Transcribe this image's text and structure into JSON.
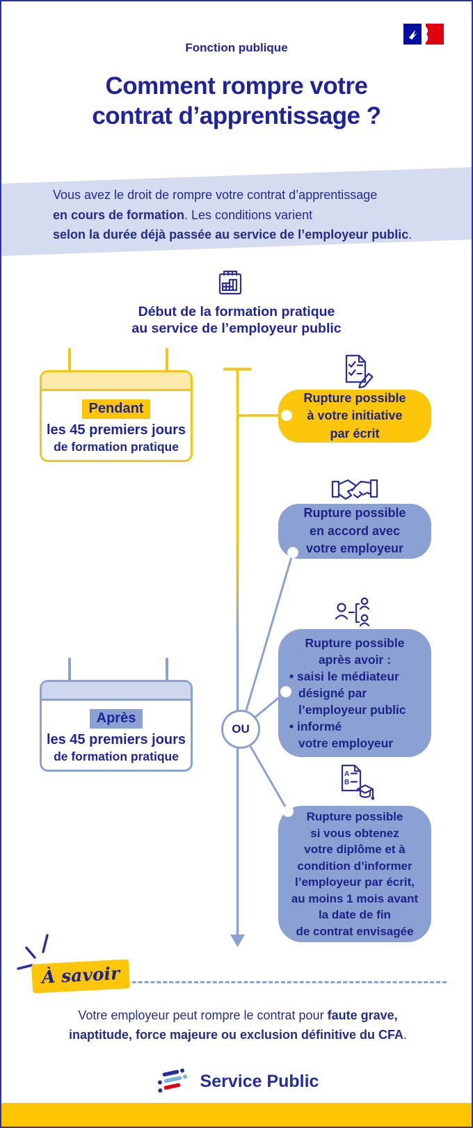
{
  "header": {
    "eyebrow": "Fonction publique",
    "title_line1": "Comment rompre votre",
    "title_line2": "contrat d’apprentissage ?"
  },
  "intro": {
    "line1": "Vous avez le droit de rompre votre contrat d’apprentissage",
    "line2_bold": "en cours de formation",
    "line2_rest": ". Les conditions varient",
    "line3_bold": "selon la durée déjà passée au service de l’employeur public",
    "line3_rest": "."
  },
  "timeline": {
    "start_label_line1": "Début de la formation pratique",
    "start_label_line2": "au service de l’employeur public",
    "or_label": "OU"
  },
  "periods": [
    {
      "tag": "Pendant",
      "line1": "les 45 premiers jours",
      "line2": "de formation pratique"
    },
    {
      "tag": "Après",
      "line1": "les 45 premiers jours",
      "line2": "de formation pratique"
    }
  ],
  "outcomes": [
    {
      "icon": "document-check-pencil-icon",
      "lines": [
        "Rupture possible",
        "à votre initiative",
        "par écrit"
      ]
    },
    {
      "icon": "handshake-icon",
      "lines": [
        "Rupture possible",
        "en accord avec",
        "votre employeur"
      ]
    },
    {
      "icon": "mediator-people-icon",
      "lines": [
        "Rupture possible",
        "après avoir :",
        "• saisi le médiateur",
        "désigné par",
        "l’employeur public",
        "• informé",
        "votre employeur"
      ]
    },
    {
      "icon": "diploma-icon",
      "lines": [
        "Rupture possible",
        "si vous obtenez",
        "votre diplôme et à",
        "condition d’informer",
        "l’employeur par écrit,",
        "au moins 1 mois avant",
        "la date de fin",
        "de contrat envisagée"
      ]
    }
  ],
  "note": {
    "badge": "À savoir",
    "line1_regular": "Votre employeur peut rompre le contrat pour ",
    "line1_bold": "faute grave,",
    "line2_bold": "inaptitude, force majeure ou exclusion définitive du CFA",
    "line2_rest": "."
  },
  "footer": {
    "brand": "Service Public"
  },
  "icons": {
    "diploma_letter_a": "A",
    "diploma_letter_b": "B"
  },
  "colors": {
    "navy": "#20249c",
    "yellow": "#fdc60a",
    "periwinkle": "#8ba1d4",
    "band": "#d6dcf0",
    "flag_blue": "#000f9f",
    "flag_red": "#e1000f",
    "logo_light_blue": "#7ab1e0",
    "bottom_bar": "#fdc400"
  }
}
